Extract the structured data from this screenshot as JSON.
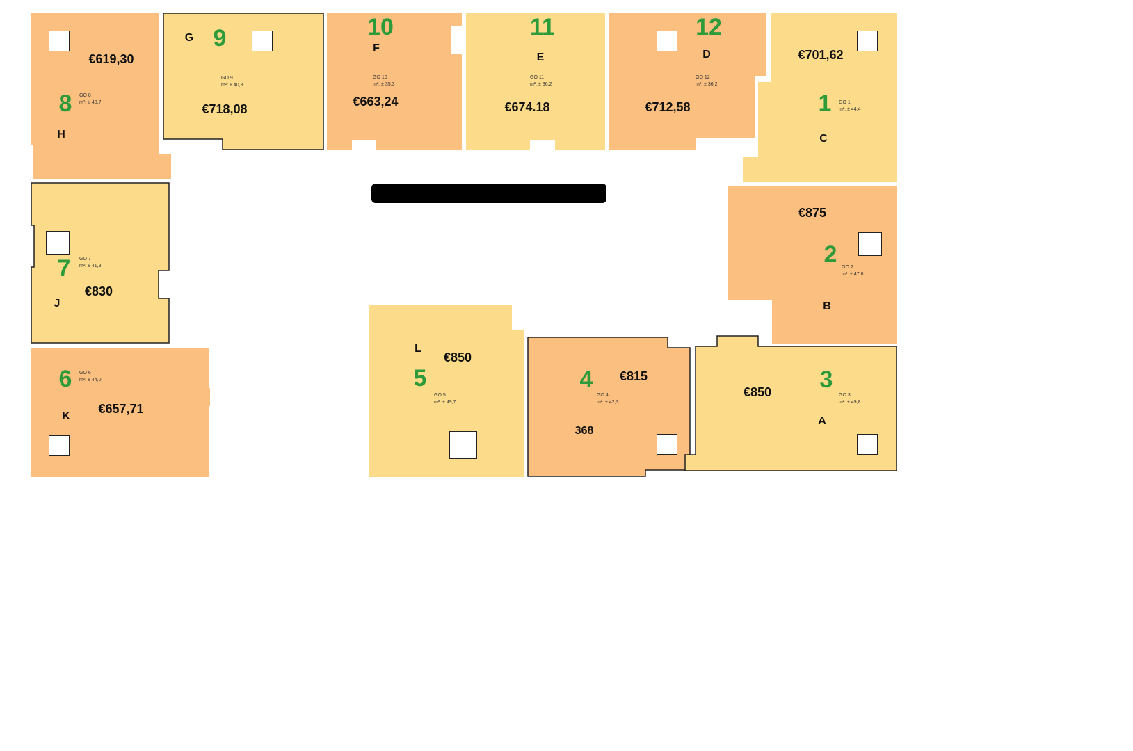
{
  "colors": {
    "orange": "#fbbf80",
    "yellow": "#fcdc8a",
    "number_green": "#2e9b3a",
    "outline": "#222222"
  },
  "rooms": [
    {
      "number": "1",
      "letter": "C",
      "price": "€701,62",
      "info_line1": "GO 1",
      "info_line2": "m²: ± 44,4"
    },
    {
      "number": "2",
      "letter": "B",
      "price": "€875",
      "info_line1": "GO 2",
      "info_line2": "m²: ± 47,8"
    },
    {
      "number": "3",
      "letter": "A",
      "price": "€850",
      "info_line1": "GO 3",
      "info_line2": "m²: ± 49,8"
    },
    {
      "number": "4",
      "letter": "368",
      "price": "€815",
      "info_line1": "GO 4",
      "info_line2": "m²: ± 42,3"
    },
    {
      "number": "5",
      "letter": "L",
      "price": "€850",
      "info_line1": "GO 5",
      "info_line2": "m²: ± 49,7"
    },
    {
      "number": "6",
      "letter": "K",
      "price": "€657,71",
      "info_line1": "GO 6",
      "info_line2": "m²: ± 44,0"
    },
    {
      "number": "7",
      "letter": "J",
      "price": "€830",
      "info_line1": "GO 7",
      "info_line2": "m²: ± 41,8"
    },
    {
      "number": "8",
      "letter": "H",
      "price": "€619,30",
      "info_line1": "GO 8",
      "info_line2": "m²: ± 40,7"
    },
    {
      "number": "9",
      "letter": "G",
      "price": "€718,08",
      "info_line1": "GO 9",
      "info_line2": "m²: ± 40,8"
    },
    {
      "number": "10",
      "letter": "F",
      "price": "€663,24",
      "info_line1": "GO 10",
      "info_line2": "m²: ± 35,3"
    },
    {
      "number": "11",
      "letter": "E",
      "price": "€674.18",
      "info_line1": "GO 11",
      "info_line2": "m²: ± 36,2"
    },
    {
      "number": "12",
      "letter": "D",
      "price": "€712,58",
      "info_line1": "GO 12",
      "info_line2": "m²: ± 36,2"
    }
  ]
}
